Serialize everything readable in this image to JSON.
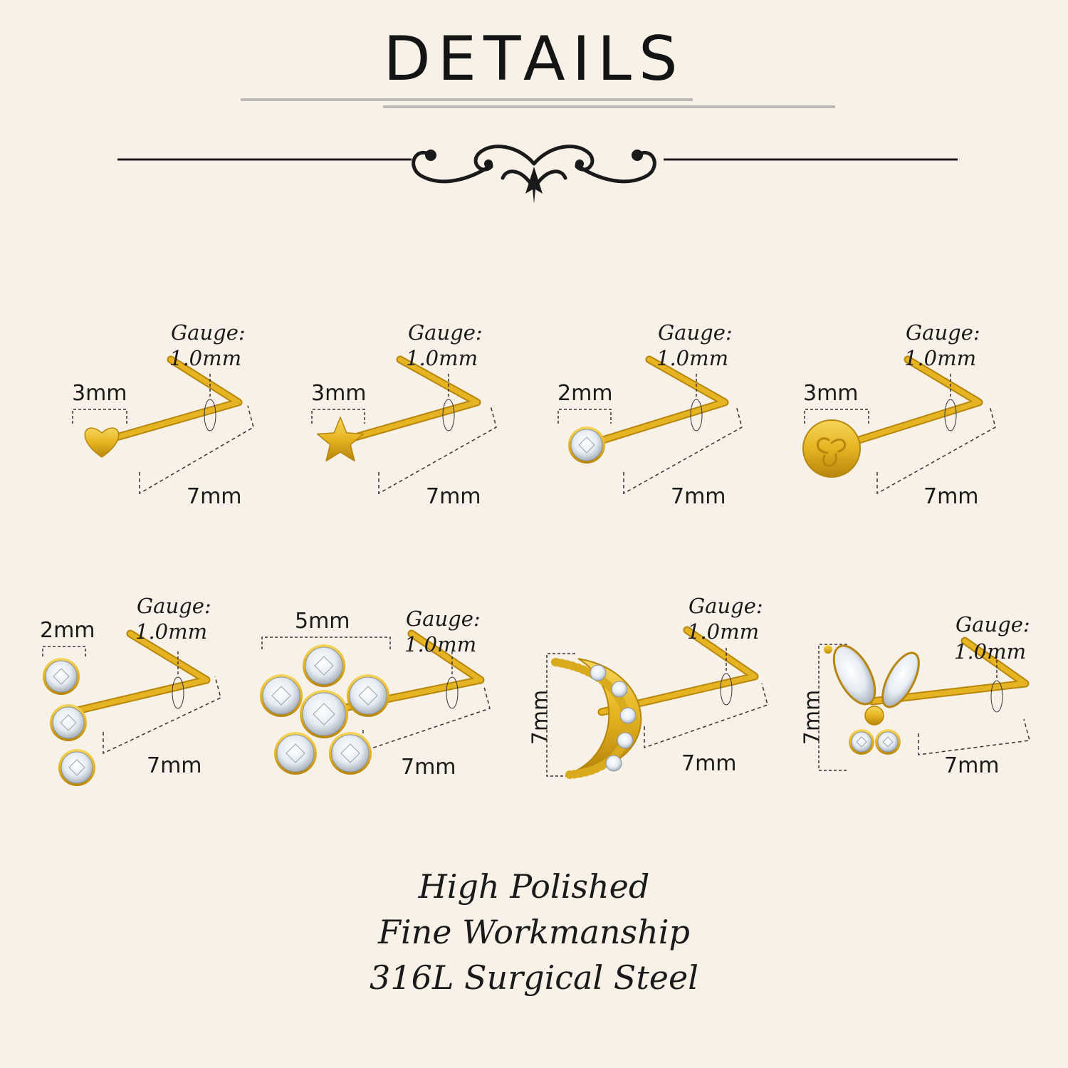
{
  "header": {
    "title": "DETAILS"
  },
  "items": [
    {
      "shape": "heart",
      "size_label": "3mm",
      "length_label": "7mm",
      "gauge_title": "Gauge:",
      "gauge_value": "1.0mm"
    },
    {
      "shape": "star",
      "size_label": "3mm",
      "length_label": "7mm",
      "gauge_title": "Gauge:",
      "gauge_value": "1.0mm"
    },
    {
      "shape": "round-gem",
      "size_label": "2mm",
      "length_label": "7mm",
      "gauge_title": "Gauge:",
      "gauge_value": "1.0mm"
    },
    {
      "shape": "triskele",
      "size_label": "3mm",
      "length_label": "7mm",
      "gauge_title": "Gauge:",
      "gauge_value": "1.0mm"
    },
    {
      "shape": "triple-gem",
      "size_label": "2mm",
      "length_label": "7mm",
      "gauge_title": "Gauge:",
      "gauge_value": "1.0mm"
    },
    {
      "shape": "flower",
      "size_label": "5mm",
      "length_label": "7mm",
      "gauge_title": "Gauge:",
      "gauge_value": "1.0mm"
    },
    {
      "shape": "moon",
      "size_label": "7mm",
      "length_label": "7mm",
      "gauge_title": "Gauge:",
      "gauge_value": "1.0mm"
    },
    {
      "shape": "butterfly",
      "size_label": "7mm",
      "length_label": "7mm",
      "gauge_title": "Gauge:",
      "gauge_value": "1.0mm"
    }
  ],
  "taglines": [
    "High Polished",
    "Fine Workmanship",
    "316L Surgical Steel"
  ],
  "colors": {
    "background": "#f8f1e7",
    "gold": "#e6b422",
    "gold_dark": "#b7860b",
    "gem": "#eef3f8",
    "text": "#1a1a1a"
  }
}
